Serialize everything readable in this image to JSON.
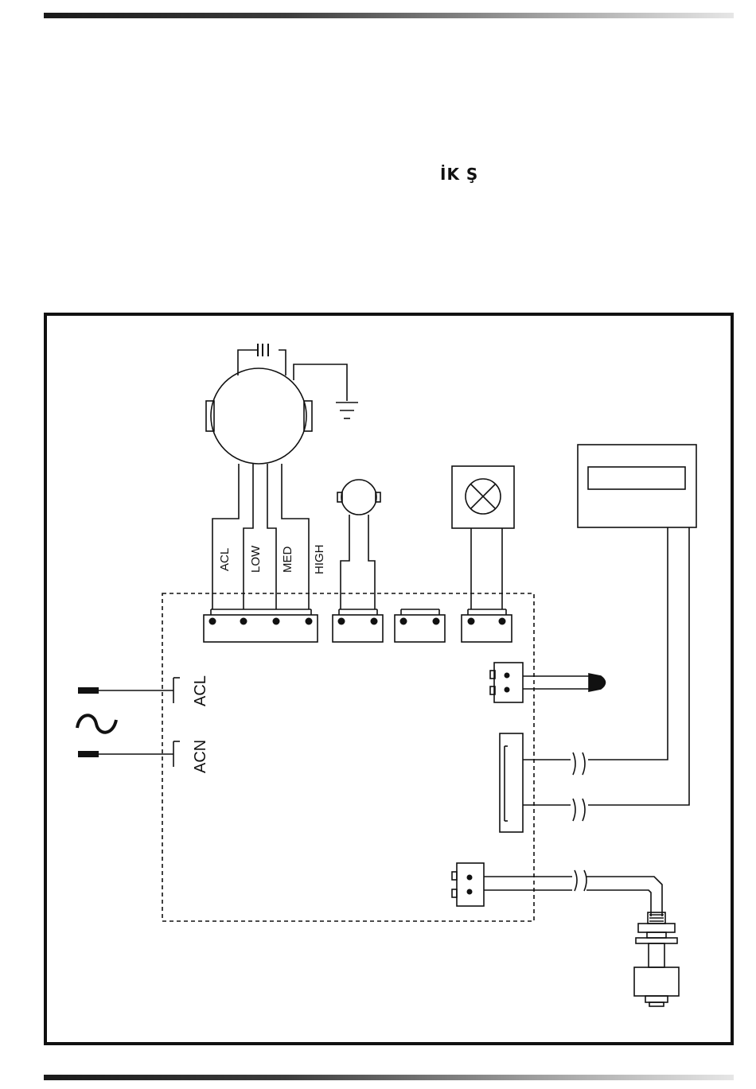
{
  "header": {
    "title": "İK Ş"
  },
  "diagram": {
    "motor_taps": [
      "ACL",
      "LOW",
      "MED",
      "HIGH"
    ],
    "power_labels": {
      "line": "ACL",
      "neutral": "ACN"
    },
    "ac_symbol": "~"
  },
  "colors": {
    "ink": "#111111",
    "rule_dark": "#1a1a1a",
    "rule_light": "#e6e6e6"
  }
}
